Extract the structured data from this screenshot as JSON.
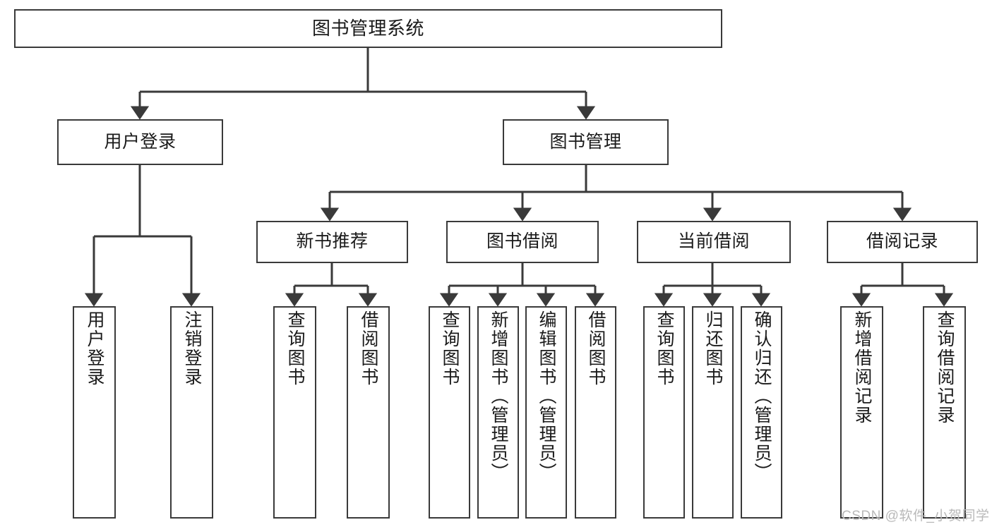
{
  "diagram": {
    "type": "tree-hierarchy",
    "title": "图书管理系统",
    "watermark": "CSDN @软件_小贺同学",
    "edge_color": "#3a3a3a",
    "box_border_color": "#3a3a3a",
    "box_fill_color": "#ffffff",
    "text_color": "#1a1a1a",
    "background": "#ffffff"
  },
  "nodes": {
    "root": {
      "label": "图书管理系统"
    },
    "level2": [
      {
        "id": "user-login",
        "label": "用户登录"
      },
      {
        "id": "book-manage",
        "label": "图书管理"
      }
    ],
    "level3": [
      {
        "id": "new-book-recommend",
        "label": "新书推荐"
      },
      {
        "id": "book-borrow",
        "label": "图书借阅"
      },
      {
        "id": "current-borrow",
        "label": "当前借阅"
      },
      {
        "id": "borrow-record",
        "label": "借阅记录"
      }
    ],
    "leaves": {
      "user_login": [
        {
          "id": "leaf-user-login",
          "label": "用户登录"
        },
        {
          "id": "leaf-logout-login",
          "label": "注销登录"
        }
      ],
      "new_book_recommend": [
        {
          "id": "leaf-query-book-1",
          "label": "查询图书"
        },
        {
          "id": "leaf-borrow-book-1",
          "label": "借阅图书"
        }
      ],
      "book_borrow": [
        {
          "id": "leaf-query-book-2",
          "label": "查询图书"
        },
        {
          "id": "leaf-add-book",
          "label": "新增图书（管理员）"
        },
        {
          "id": "leaf-edit-book",
          "label": "编辑图书（管理员）"
        },
        {
          "id": "leaf-borrow-book-2",
          "label": "借阅图书"
        }
      ],
      "current_borrow": [
        {
          "id": "leaf-query-book-3",
          "label": "查询图书"
        },
        {
          "id": "leaf-return-book",
          "label": "归还图书"
        },
        {
          "id": "leaf-confirm-return",
          "label": "确认归还（管理员）"
        }
      ],
      "borrow_record": [
        {
          "id": "leaf-add-borrow-record",
          "label": "新增借阅记录"
        },
        {
          "id": "leaf-query-borrow-record",
          "label": "查询借阅记录"
        }
      ]
    }
  }
}
